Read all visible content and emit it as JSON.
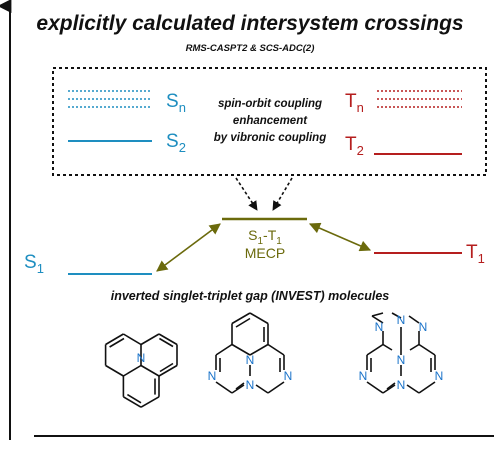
{
  "title": "explicitly calculated intersystem crossings",
  "methods": "RMS-CASPT2 & SCS-ADC(2)",
  "box_notes": {
    "line1": "spin-orbit coupling",
    "line2": "enhancement",
    "line3": "by vibronic coupling"
  },
  "states": {
    "Sn": {
      "main": "S",
      "sub": "n"
    },
    "S2": {
      "main": "S",
      "sub": "2"
    },
    "S1": {
      "main": "S",
      "sub": "1"
    },
    "Tn": {
      "main": "T",
      "sub": "n"
    },
    "T2": {
      "main": "T",
      "sub": "2"
    },
    "T1": {
      "main": "T",
      "sub": "1"
    }
  },
  "mecp": {
    "line1_a": "S",
    "line1_a_sub": "1",
    "line1_dash": "-",
    "line1_b": "T",
    "line1_b_sub": "1",
    "line2": "MECP"
  },
  "molecules_heading": "inverted singlet-triplet gap (INVEST) molecules",
  "atom_label": "N",
  "colors": {
    "singlet": "#1e8ec0",
    "triplet": "#b51e1e",
    "mecp": "#6b6a0c",
    "text": "#111111",
    "nitrogen": "#1a73c9"
  }
}
